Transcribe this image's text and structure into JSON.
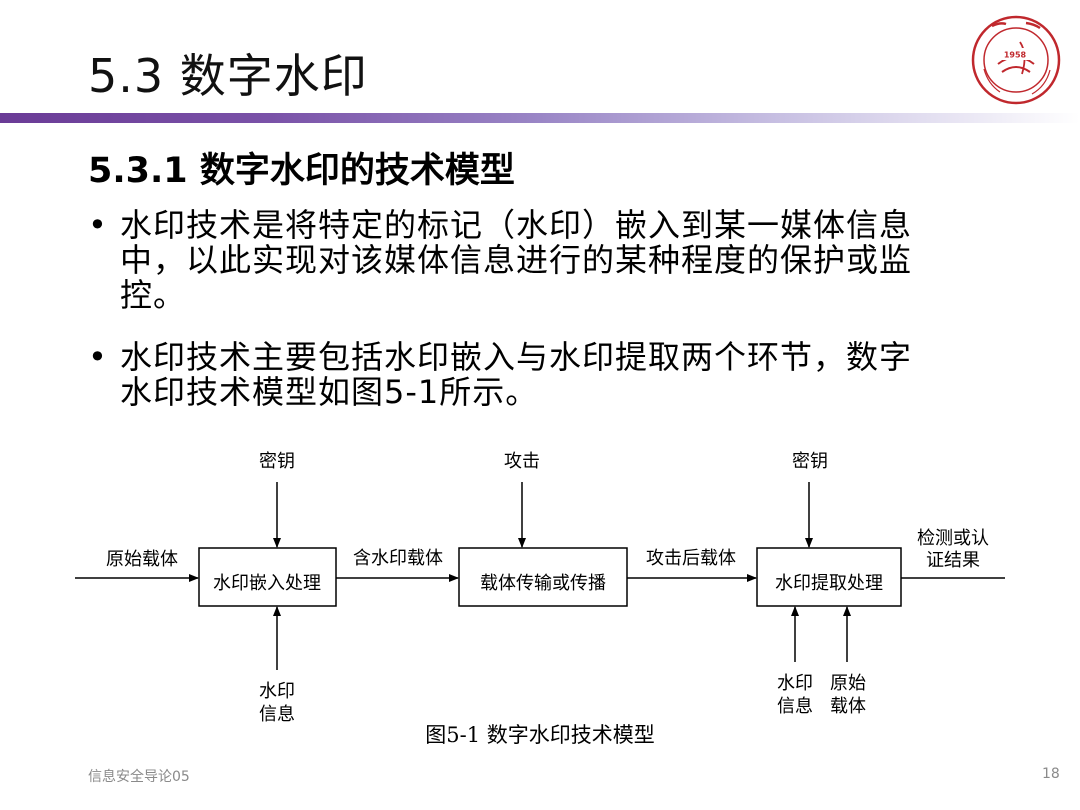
{
  "slide": {
    "title": "5.3 数字水印",
    "subtitle": "5.3.1 数字水印的技术模型",
    "bullets": [
      {
        "lines": [
          "水印技术是将特定的标记（水印）嵌入到某一媒体信息",
          "中，以此实现对该媒体信息进行的某种程度的保护或监",
          "控。"
        ]
      },
      {
        "lines": [
          "水印技术主要包括水印嵌入与水印提取两个环节，数字",
          "水印技术模型如图5-1所示。"
        ]
      }
    ],
    "bullet_symbol": "•",
    "logo": {
      "year": "1958",
      "colors": {
        "ring": "#c0282d"
      }
    },
    "footer": {
      "course": "信息安全导论05",
      "page": "18"
    }
  },
  "diagram": {
    "key1": "密钥",
    "attack": "攻击",
    "key2": "密钥",
    "input_carrier": "原始载体",
    "box_embed": "水印嵌入处理",
    "watermarked_carrier": "含水印载体",
    "box_transmit": "载体传输或传播",
    "attacked_carrier": "攻击后载体",
    "box_extract": "水印提取处理",
    "result_line1": "检测或认",
    "result_line2": "证结果",
    "wm_info1_line1": "水印",
    "wm_info1_line2": "信息",
    "wm_info2_line1": "水印",
    "wm_info2_line2": "信息",
    "orig_carrier_line1": "原始",
    "orig_carrier_line2": "载体",
    "caption": "图5-1 数字水印技术模型"
  },
  "colors": {
    "accent_purple": "#6a3b96",
    "logo_red": "#c0282d",
    "footer_gray": "#8a8a8a"
  }
}
